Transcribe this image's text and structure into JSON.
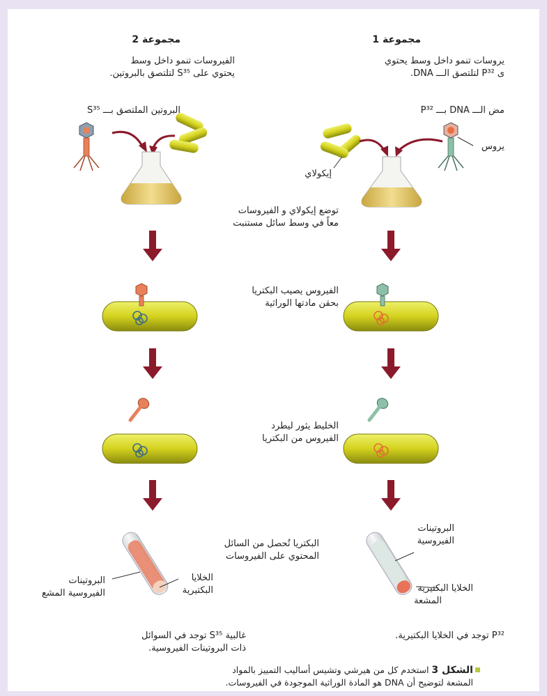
{
  "group2": {
    "title": "مجموعة 2",
    "medium_line1": "الفيروسات تنمو داخل وسط",
    "medium_line2": "يحتوي على S³⁵ لتلتصق بالبروتين.",
    "label_protein": "البروتين الملتصق بـــ S³⁵",
    "label_bacteria_liquid_line1": "البكتريا تُحصل من السائل",
    "label_bacteria_liquid_line2": "المحتوي على الفيروسات",
    "label_proteins_line1": "البروتينات",
    "label_proteins_line2": "الفيروسية المشع",
    "label_cells_line1": "الخلايا",
    "label_cells_line2": "البكتيرية",
    "result_line1": "غالبية S³⁵ توجد في السوائل",
    "result_line2": "ذات البروتينات الفيروسية."
  },
  "group1": {
    "title": "مجموعة 1",
    "medium_line1": "يروسات تنمو داخل وسط يحتوي",
    "medium_line2": "ى P³² لتلتصق الـــ DNA.",
    "label_dna": "مض الـــ DNA بـــ P³²",
    "label_virus": "يروس",
    "label_ecoli": "إيكولاي",
    "label_proteins_line1": "البروتينات",
    "label_proteins_line2": "الفيروسية",
    "label_cells_line1": "الخلايا البكتيرية",
    "label_cells_line2": "المشعة",
    "result": "P³² توجد في الخلايا البكتيرية."
  },
  "steps": {
    "step1_line1": "توضع إيكولاي و الفيروسات",
    "step1_line2": "معاً في وسط سائل مستنبت",
    "step2_line1": "الفيروس يصيب البكتريا",
    "step2_line2": "بحقن مادتها الوراثية",
    "step3_line1": "الخليط يثور ليطرد",
    "step3_line2": "الفيروس من البكتريا"
  },
  "caption": {
    "label": "الشكل 3",
    "line1": "استخدم كل من هيرشي وتشيس أساليب التمييز بالمواد",
    "line2": "المشعة لتوضيح أن DNA هو المادة الوراثية الموجودة في الفيروسات."
  },
  "colors": {
    "background": "#e8e2f2",
    "arrow": "#8b1a2b",
    "bacteria": "#d8d422",
    "group2_virus": "#e8805a",
    "group1_virus": "#8cc0a8",
    "flask": "#e8d070",
    "caption_bullet": "#b8c840"
  }
}
